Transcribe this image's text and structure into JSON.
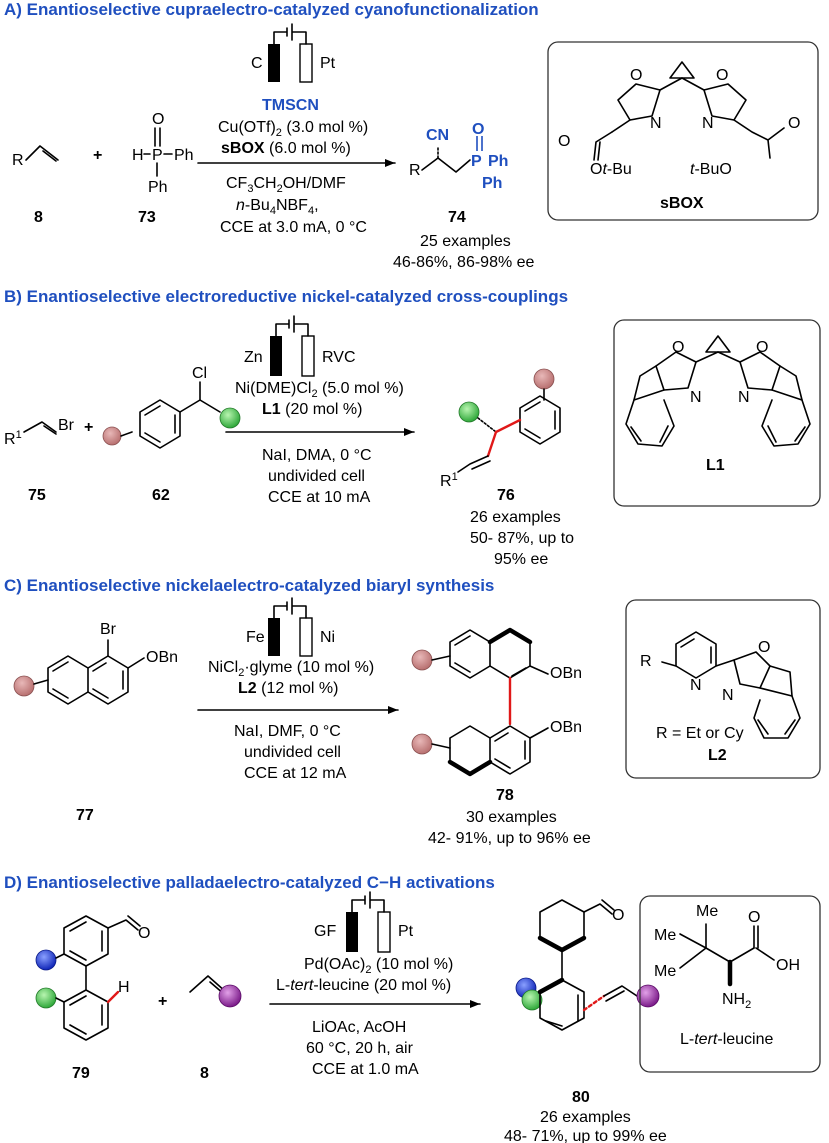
{
  "sections": {
    "a": {
      "header": "A) Enantioselective cupraelectro-catalyzed cyanofunctionalization",
      "electrodes": {
        "left": "C",
        "right": "Pt"
      },
      "reagent": "TMSCN",
      "catalyst": "Cu(OTf)",
      "catalyst_sub": "2",
      "catalyst_load": " (3.0 mol %)",
      "ligand": "sBOX",
      "ligand_load": " (6.0 mol %)",
      "solvent_a": "CF",
      "solvent_sub": "3",
      "solvent_b": "CH",
      "solvent_sub2": "2",
      "solvent_c": "OH/DMF",
      "electrolyte_pre": "n",
      "electrolyte_a": "-Bu",
      "electrolyte_sub": "4",
      "electrolyte_b": "NBF",
      "electrolyte_sub2": "4",
      "electrolyte_c": ",",
      "cce": "CCE at 3.0 mA, 0 °C",
      "compound_start": "8",
      "compound_reagent": "73",
      "compound_product": "74",
      "examples": "25 examples",
      "yields": "46-86%, 86-98% ee",
      "box_label": "sBOX",
      "plus": "+",
      "labels": {
        "R": "R",
        "H": "H",
        "P": "P",
        "O": "O",
        "Ph": "Ph",
        "CN": "CN",
        "Ot": "O",
        "tBu1": "t",
        "tBu2": "-Bu",
        "tBuO_t": "t",
        "tBuO_rest": "-BuO",
        "N": "N"
      }
    },
    "b": {
      "header": "B) Enantioselective electroreductive nickel-catalyzed cross-couplings",
      "electrodes": {
        "left": "Zn",
        "right": "RVC"
      },
      "catalyst": "Ni(DME)Cl",
      "catalyst_sub": "2",
      "catalyst_load": " (5.0 mol %)",
      "ligand": "L1",
      "ligand_load": " (20 mol %)",
      "cond1": "NaI, DMA, 0 °C",
      "cond2": "undivided cell",
      "cond3": "CCE at 10 mA",
      "compound_start": "75",
      "compound_reagent": "62",
      "compound_product": "76",
      "examples": "26 examples",
      "yields1": "50- 87%, up to",
      "yields2": "95% ee",
      "box_label": "L1",
      "plus": "+",
      "labels": {
        "R": "R",
        "R_sup": "1",
        "Br": "Br",
        "Cl": "Cl",
        "O": "O",
        "N": "N"
      }
    },
    "c": {
      "header": "C) Enantioselective nickelaelectro-catalyzed biaryl synthesis",
      "electrodes": {
        "left": "Fe",
        "right": "Ni"
      },
      "catalyst": "NiCl",
      "catalyst_sub": "2",
      "catalyst_load": "·glyme (10 mol %)",
      "ligand": "L2",
      "ligand_load": " (12 mol %)",
      "cond1": "NaI, DMF,  0 °C",
      "cond2": "undivided cell",
      "cond3": "CCE at 12 mA",
      "compound_start": "77",
      "compound_product": "78",
      "examples": "30 examples",
      "yields": "42- 91%, up to 96% ee",
      "box_note": "R = Et or Cy",
      "box_label": "L2",
      "labels": {
        "Br": "Br",
        "OBn": "OBn",
        "R": "R",
        "N": "N",
        "O": "O"
      }
    },
    "d": {
      "header": "D) Enantioselective palladaelectro-catalyzed C−H activations",
      "electrodes": {
        "left": "GF",
        "right": "Pt"
      },
      "catalyst": "Pd(OAc)",
      "catalyst_sub": "2",
      "catalyst_load": " (10 mol %)",
      "ligand_pre": "L-",
      "ligand_it": "tert",
      "ligand_post": "-leucine (20 mol %)",
      "cond1": "LiOAc, AcOH",
      "cond2": "60 °C, 20 h, air",
      "cond3": "CCE at 1.0 mA",
      "compound_start": "79",
      "compound_reagent": "8",
      "compound_product": "80",
      "examples": "26 examples",
      "yields": "48- 71%, up to 99% ee",
      "box_pre": "L-",
      "box_it": "tert",
      "box_post": "-leucine",
      "plus": "+",
      "labels": {
        "H": "H",
        "O": "O",
        "Me": "Me",
        "OH": "OH",
        "NH": "NH",
        "NH_sub": "2"
      }
    }
  },
  "colors": {
    "header": "#1f4fbf",
    "highlight_bond": "#e01818",
    "pink_substituent": "#c98a8a",
    "green_substituent": "#3fbf4a",
    "blue_substituent": "#2440d8",
    "purple_substituent": "#9a2aa0"
  }
}
